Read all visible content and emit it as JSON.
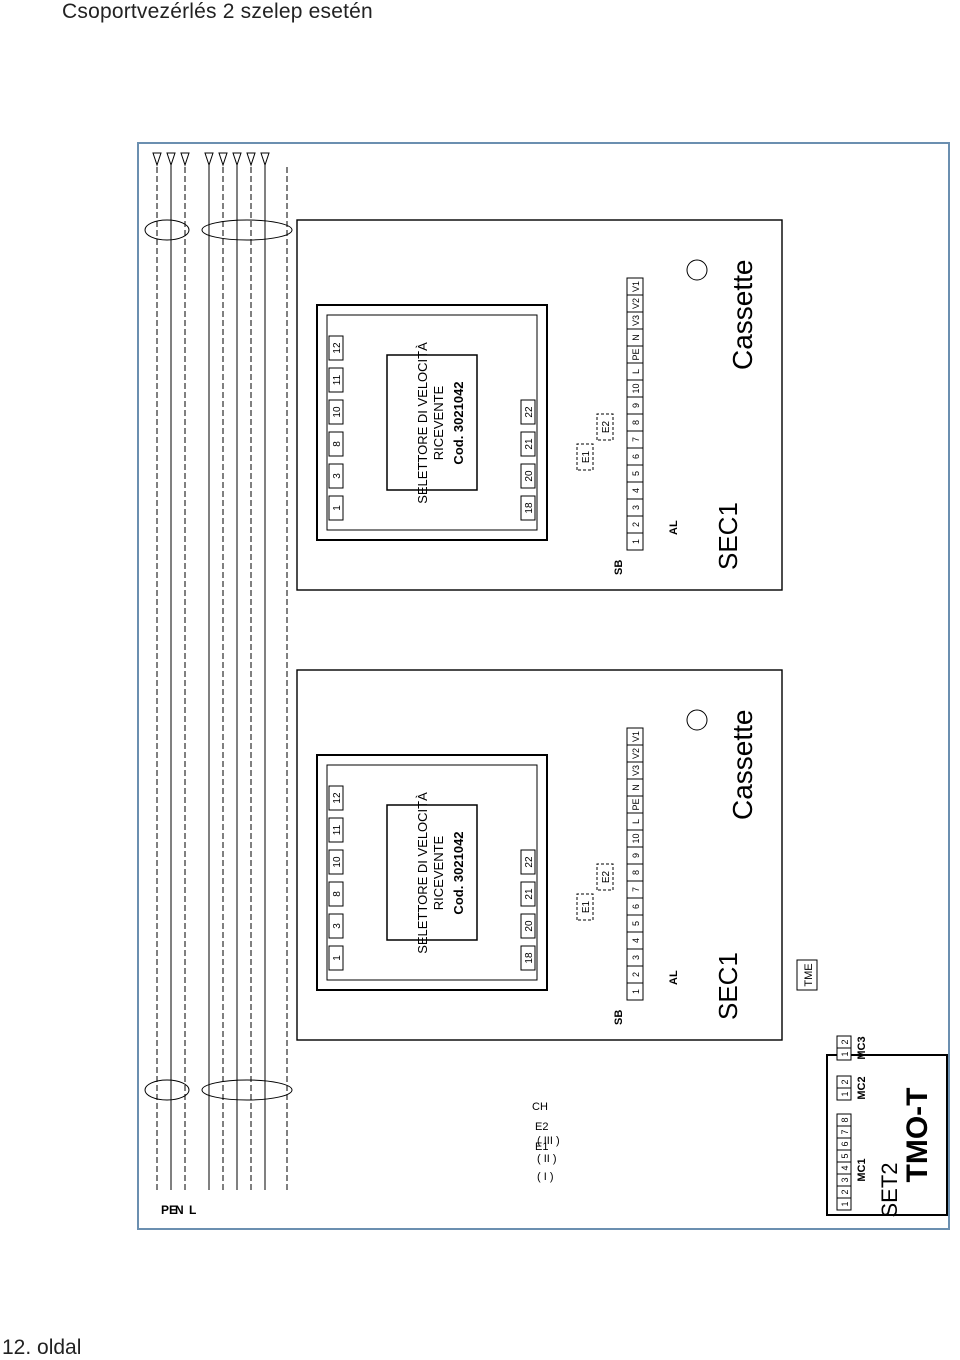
{
  "page": {
    "title": "Csoportvezérlés 2 szelep esetén",
    "footer": "12. oldal"
  },
  "diagram": {
    "supply_labels": [
      "PE",
      "N",
      "L"
    ],
    "speed_labels": [
      "( I )",
      "( II )",
      "( III )"
    ],
    "e_labels": [
      "E1",
      "E2"
    ],
    "ch_label": "CH",
    "units": [
      {
        "name": "Cassette",
        "board_name": "SEC1",
        "board_title_line1": "SELETTORE DI VELOCITÀ",
        "board_title_line2": "RICEVENTE",
        "board_code": "Cod. 3021042",
        "top_terminals": [
          "1",
          "3",
          "8",
          "10",
          "11",
          "12"
        ],
        "bottom_terminals": [
          "18",
          "20",
          "21",
          "22"
        ],
        "strip_terminals": [
          "1",
          "2",
          "3",
          "4",
          "5",
          "6",
          "7",
          "8",
          "9",
          "10",
          "L",
          "PE",
          "N",
          "V3",
          "V2",
          "V1"
        ],
        "sb_label": "SB",
        "al_label": "AL",
        "e1_label": "E1",
        "e2_label": "E2"
      },
      {
        "name": "Cassette",
        "board_name": "SEC1",
        "board_title_line1": "SELETTORE DI VELOCITÀ",
        "board_title_line2": "RICEVENTE",
        "board_code": "Cod. 3021042",
        "top_terminals": [
          "1",
          "3",
          "8",
          "10",
          "11",
          "12"
        ],
        "bottom_terminals": [
          "18",
          "20",
          "21",
          "22"
        ],
        "strip_terminals": [
          "1",
          "2",
          "3",
          "4",
          "5",
          "6",
          "7",
          "8",
          "9",
          "10",
          "L",
          "PE",
          "N",
          "V3",
          "V2",
          "V1"
        ],
        "sb_label": "SB",
        "al_label": "AL",
        "e1_label": "E1",
        "e2_label": "E2"
      }
    ],
    "controller": {
      "name": "TMO-T",
      "set_label": "SET2",
      "mc1_label": "MC1",
      "mc2_label": "MC2",
      "mc3_label": "MC3",
      "tme_label": "TME",
      "mc1_terminals": [
        "1",
        "2",
        "3",
        "4",
        "5",
        "6",
        "7",
        "8"
      ],
      "mc2_terminals": [
        "1",
        "2"
      ],
      "mc3_terminals": [
        "1",
        "2"
      ]
    }
  }
}
